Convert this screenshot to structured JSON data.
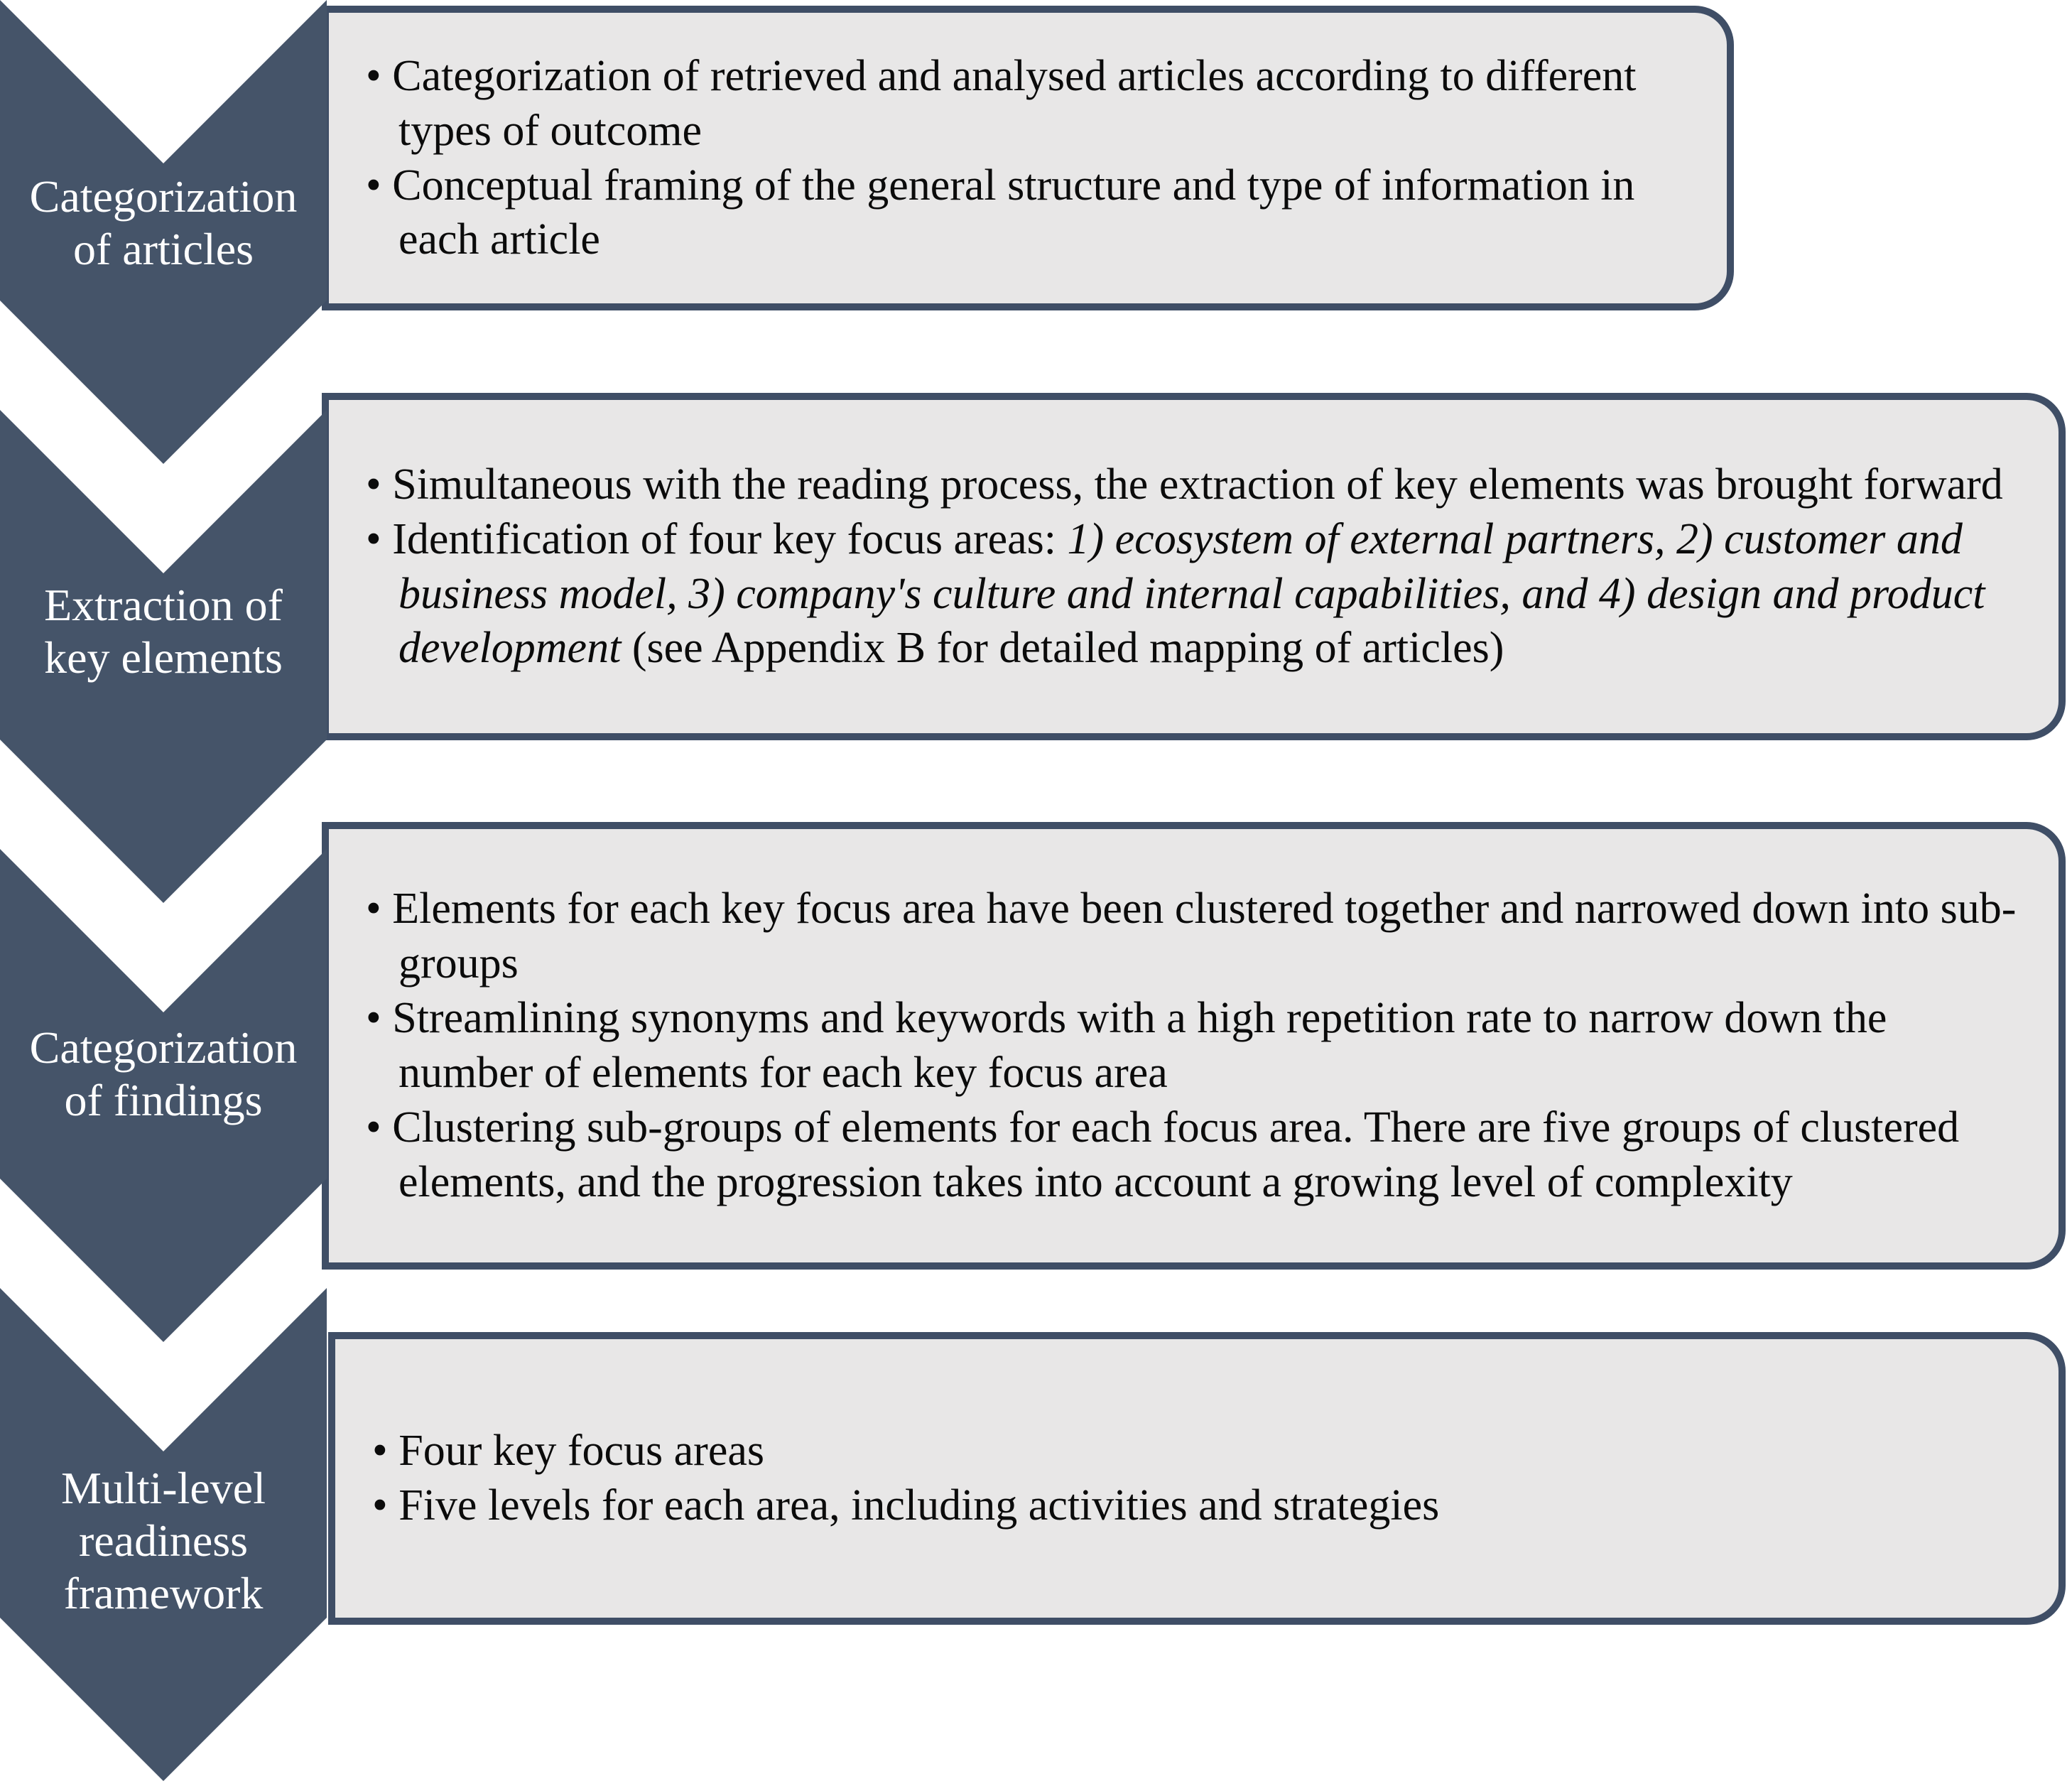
{
  "diagram": {
    "type": "vertical-chevron-process",
    "bullet_char": "•",
    "colors": {
      "chevron": "#455469",
      "box_fill": "#E8E7E7",
      "box_border": "#3F4E66",
      "label_text": "#FFFFFF",
      "body_text": "#0B0B0B"
    },
    "steps": [
      {
        "label": "Categorization of articles",
        "label_lines": [
          "Categorization",
          "of articles"
        ],
        "bullets": [
          [
            {
              "text": "Categorization of retrieved and analysed articles according to different types of outcome"
            }
          ],
          [
            {
              "text": "Conceptual framing of the general structure and type of information in each article"
            }
          ]
        ]
      },
      {
        "label": "Extraction of key elements",
        "label_lines": [
          "Extraction of",
          "key elements"
        ],
        "bullets": [
          [
            {
              "text": "Simultaneous with the reading process, the extraction of key elements was brought forward"
            }
          ],
          [
            {
              "text": "Identification of four key focus areas: "
            },
            {
              "text": "1) ecosystem of external partners, 2) customer and business model, 3) company's culture and internal capabilities, and 4) design and product development",
              "italic": true
            },
            {
              "text": " (see Appendix B for detailed mapping of articles)"
            }
          ]
        ]
      },
      {
        "label": "Categorization of findings",
        "label_lines": [
          "Categorization",
          "of findings"
        ],
        "bullets": [
          [
            {
              "text": "Elements for each key focus area have been clustered together and narrowed down into sub-groups"
            }
          ],
          [
            {
              "text": "Streamlining synonyms and keywords with a high repetition rate to narrow down the number of elements for each key focus area"
            }
          ],
          [
            {
              "text": "Clustering sub-groups of elements for each focus area. There are five groups of clustered elements, and the progression takes into account a growing level of complexity"
            }
          ]
        ]
      },
      {
        "label": "Multi-level readiness framework",
        "label_lines": [
          "Multi-level",
          "readiness",
          "framework"
        ],
        "bullets": [
          [
            {
              "text": "Four key focus areas"
            }
          ],
          [
            {
              "text": "Five levels for each area, including activities and strategies"
            }
          ]
        ]
      }
    ]
  }
}
